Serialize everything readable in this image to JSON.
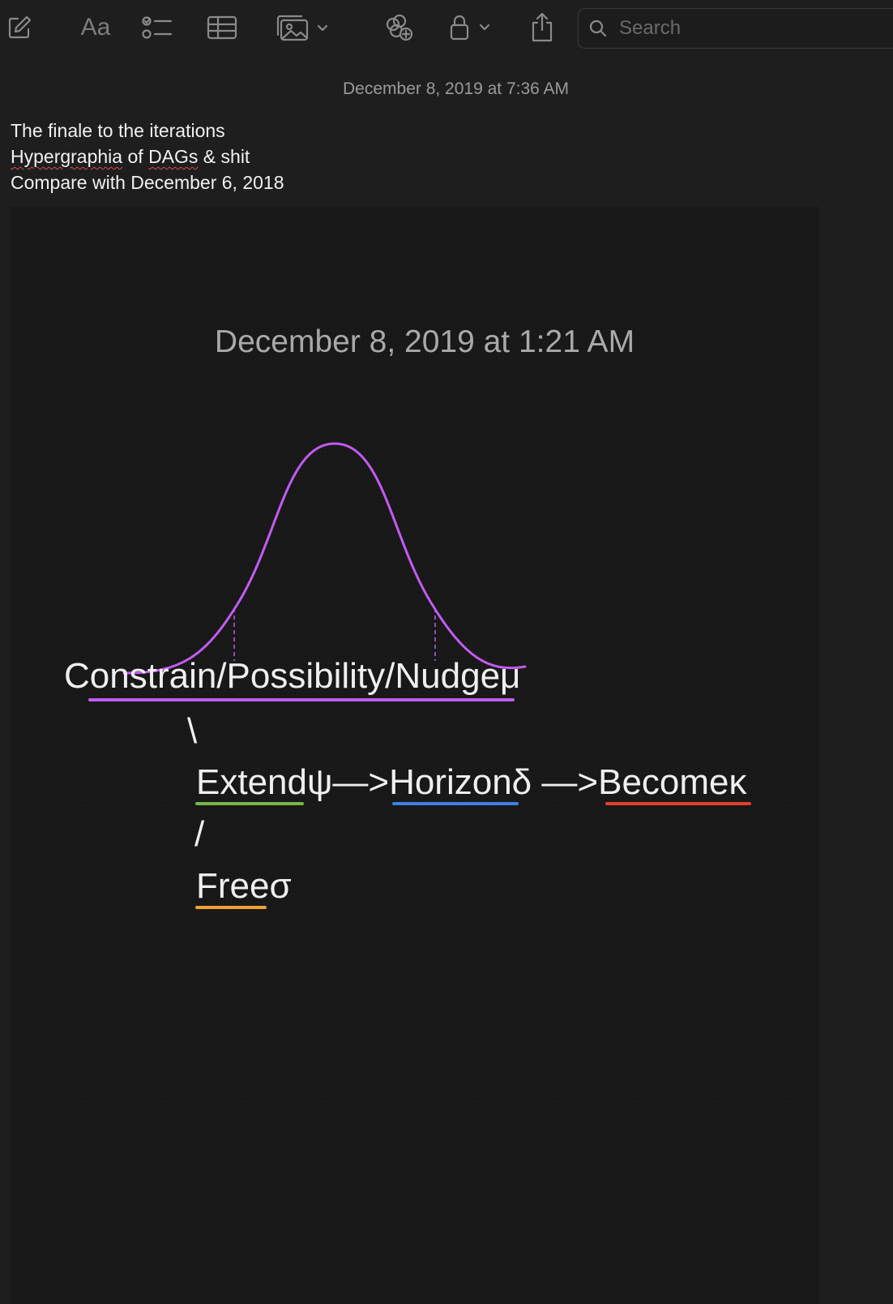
{
  "toolbar": {
    "icons": [
      "compose-icon",
      "format-text-icon",
      "checklist-icon",
      "table-icon",
      "media-icon",
      "collaborate-icon",
      "lock-icon",
      "share-icon"
    ],
    "format_label": "Aa",
    "search_placeholder": "Search"
  },
  "note": {
    "date": "December 8, 2019 at 7:36 AM",
    "lines": {
      "line1": "The finale to the iterations",
      "line2_word1": "Hypergraphia",
      "line2_mid": " of ",
      "line2_word2": "DAGs",
      "line2_end": " & shit",
      "line3": "Compare with December 6, 2018"
    }
  },
  "attachment": {
    "date": "December 8, 2019 at 1:21 AM",
    "curve_color": "#c25bf2",
    "diagram": {
      "top_text": "Constrain/Possibility/Nudgeμ",
      "backslash": "\\",
      "extend": "Extendψ",
      "arrow1": "—>",
      "horizon": "Horizonδ",
      "arrow2": " —>",
      "become": "Becomeκ",
      "slash": "/",
      "free": "Freeσ"
    },
    "underline_colors": {
      "top": "#c25bf2",
      "extend": "#7ab648",
      "horizon": "#3f7fe6",
      "become": "#e2402c",
      "free": "#f0a030"
    }
  }
}
